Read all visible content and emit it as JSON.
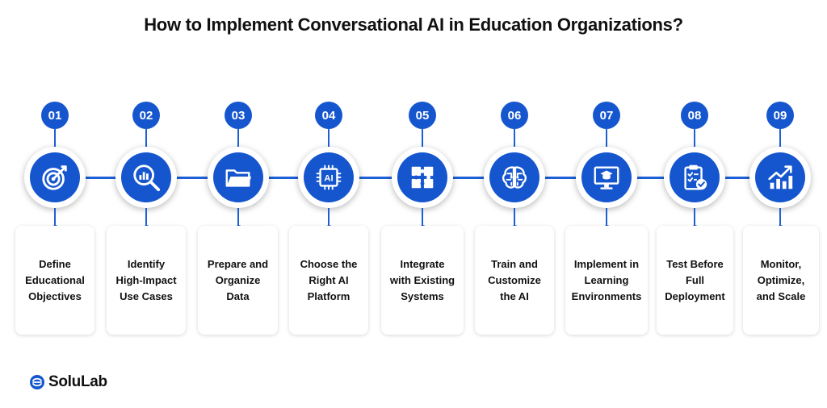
{
  "title": "How to Implement Conversational AI in Education Organizations?",
  "colors": {
    "accent": "#1556cf",
    "line": "#1d5fd6"
  },
  "steps": [
    {
      "number": "01",
      "label": "Define\nEducational\nObjectives",
      "icon": "target-icon"
    },
    {
      "number": "02",
      "label": "Identify\nHigh-Impact\nUse Cases",
      "icon": "magnifier-chart-icon"
    },
    {
      "number": "03",
      "label": "Prepare and\nOrganize\nData",
      "icon": "folder-icon"
    },
    {
      "number": "04",
      "label": "Choose the\nRight AI\nPlatform",
      "icon": "ai-chip-icon",
      "chip_text": "AI"
    },
    {
      "number": "05",
      "label": "Integrate\nwith Existing\nSystems",
      "icon": "puzzle-icon"
    },
    {
      "number": "06",
      "label": "Train and\nCustomize\nthe AI",
      "icon": "brain-icon"
    },
    {
      "number": "07",
      "label": "Implement in\nLearning\nEnvironments",
      "icon": "monitor-graduation-icon"
    },
    {
      "number": "08",
      "label": "Test Before\nFull\nDeployment",
      "icon": "clipboard-check-icon"
    },
    {
      "number": "09",
      "label": "Monitor,\nOptimize,\nand Scale",
      "icon": "growth-chart-icon"
    }
  ],
  "logo": {
    "text": "SoluLab",
    "icon": "solulab-logo-icon"
  }
}
